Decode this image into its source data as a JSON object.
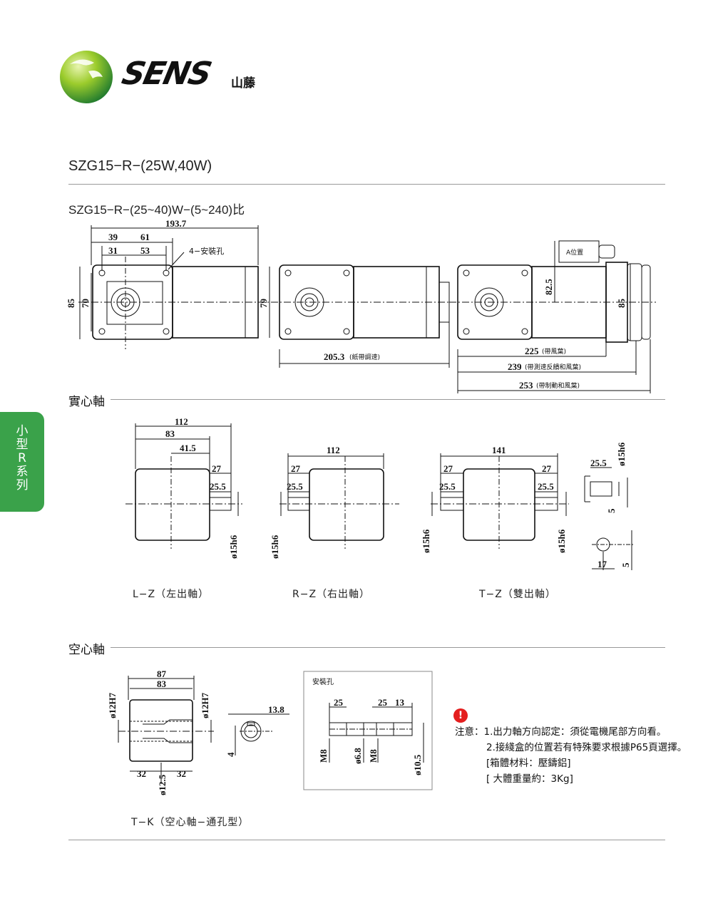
{
  "brand": {
    "name": "SENS",
    "cn": "山藤",
    "colors": {
      "green": "#2f9e3e",
      "lime": "#9ccc2c",
      "dark": "#111111"
    }
  },
  "title": "SZG15−R−(25W,40W)",
  "subtitle": "SZG15−R−(25~40)W−(5~240)比",
  "side_tab": [
    "小",
    "型",
    "R",
    "系",
    "列"
  ],
  "sections": {
    "solid": "實心軸",
    "hollow": "空心軸"
  },
  "top_dims": {
    "d193": "193.7",
    "d39": "39",
    "d61": "61",
    "d31": "31",
    "d53": "53",
    "holes": "4−安裝孔",
    "d85": "85",
    "d70": "70",
    "d79": "79",
    "d205": "205.3",
    "d205_note": "(紙帶調速)",
    "d82": "82.5",
    "a_pos": "A位置",
    "d85b": "85",
    "d225": "225",
    "d225_note": "(帶風葉)",
    "d239": "239",
    "d239_note": "(帶測速反饋和風葉)",
    "d253": "253",
    "d253_note": "(帶制動和風葉)"
  },
  "solid_dims": {
    "d112": "112",
    "d83": "83",
    "d41": "41.5",
    "d27": "27",
    "d25": "25.5",
    "phi15": "ø15h6",
    "d141": "141",
    "d5": "5",
    "d17": "17"
  },
  "captions": {
    "lz": "L−Z（左出軸）",
    "rz": "R−Z（右出軸）",
    "tz": "T−Z（雙出軸）",
    "tk": "T−K（空心軸−通孔型）"
  },
  "hollow_dims": {
    "d87": "87",
    "d83": "83",
    "phi12h7": "ø12H7",
    "d32": "32",
    "phi125": "ø12.5",
    "d138": "13.8",
    "d4": "4"
  },
  "mount": {
    "label": "安裝孔",
    "d25": "25",
    "d13": "13",
    "m8": "M8",
    "phi68": "ø6.8",
    "phi105": "ø10.5"
  },
  "notes": {
    "line1": "注意：1.出力軸方向認定：須從電機尾部方向看。",
    "line2": "2.接綫盒的位置若有特殊要求根據P65頁選擇。",
    "line3": "[箱體材料：壓鑄鋁]",
    "line4": "[ 大體重量約：3Kg]"
  }
}
